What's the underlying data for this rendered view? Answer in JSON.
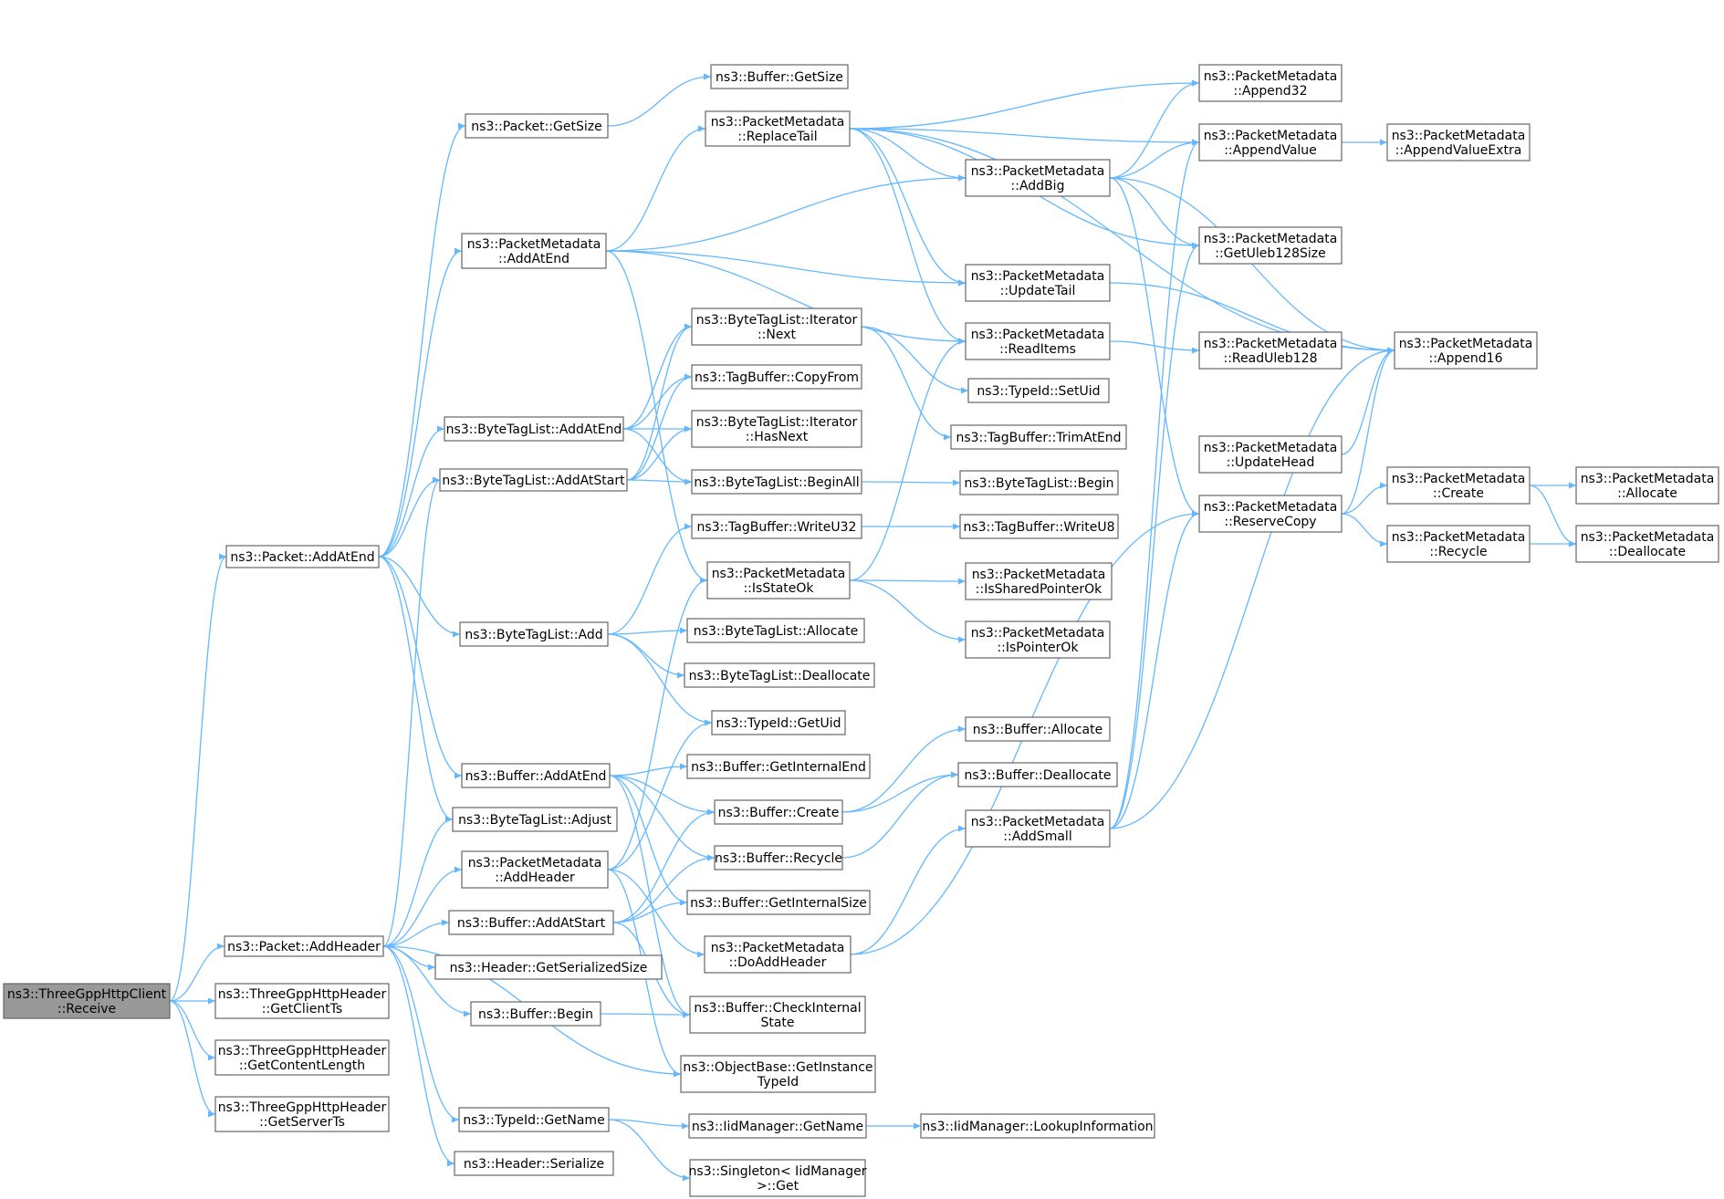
{
  "colors": {
    "edge": "#63b8ff",
    "node_fill": "#ffffff",
    "node_border": "#666666",
    "root_fill": "#999999"
  },
  "nodes": [
    {
      "id": "root",
      "lines": [
        "ns3::ThreeGppHttpClient",
        "::Receive"
      ],
      "root": true
    },
    {
      "id": "pkt_addheader",
      "lines": [
        "ns3::Packet::AddHeader"
      ]
    },
    {
      "id": "hdr_clientts",
      "lines": [
        "ns3::ThreeGppHttpHeader",
        "::GetClientTs"
      ]
    },
    {
      "id": "hdr_contentlen",
      "lines": [
        "ns3::ThreeGppHttpHeader",
        "::GetContentLength"
      ]
    },
    {
      "id": "hdr_serverts",
      "lines": [
        "ns3::ThreeGppHttpHeader",
        "::GetServerTs"
      ]
    },
    {
      "id": "pkt_addatend",
      "lines": [
        "ns3::Packet::AddAtEnd"
      ]
    },
    {
      "id": "pkt_getsize",
      "lines": [
        "ns3::Packet::GetSize"
      ]
    },
    {
      "id": "pm_addatend",
      "lines": [
        "ns3::PacketMetadata",
        "::AddAtEnd"
      ]
    },
    {
      "id": "btl_addatend",
      "lines": [
        "ns3::ByteTagList::AddAtEnd"
      ]
    },
    {
      "id": "btl_addatstart",
      "lines": [
        "ns3::ByteTagList::AddAtStart"
      ]
    },
    {
      "id": "btl_add",
      "lines": [
        "ns3::ByteTagList::Add"
      ]
    },
    {
      "id": "buf_addatend",
      "lines": [
        "ns3::Buffer::AddAtEnd"
      ]
    },
    {
      "id": "btl_adjust",
      "lines": [
        "ns3::ByteTagList::Adjust"
      ]
    },
    {
      "id": "pm_addheader",
      "lines": [
        "ns3::PacketMetadata",
        "::AddHeader"
      ]
    },
    {
      "id": "buf_addatstart",
      "lines": [
        "ns3::Buffer::AddAtStart"
      ]
    },
    {
      "id": "hdr_getsersize",
      "lines": [
        "ns3::Header::GetSerializedSize"
      ]
    },
    {
      "id": "buf_begin",
      "lines": [
        "ns3::Buffer::Begin"
      ]
    },
    {
      "id": "typeid_getname",
      "lines": [
        "ns3::TypeId::GetName"
      ]
    },
    {
      "id": "hdr_serialize",
      "lines": [
        "ns3::Header::Serialize"
      ]
    },
    {
      "id": "buf_getsize",
      "lines": [
        "ns3::Buffer::GetSize"
      ]
    },
    {
      "id": "pm_replacetail",
      "lines": [
        "ns3::PacketMetadata",
        "::ReplaceTail"
      ]
    },
    {
      "id": "btl_it_next",
      "lines": [
        "ns3::ByteTagList::Iterator",
        "::Next"
      ]
    },
    {
      "id": "tb_copyfrom",
      "lines": [
        "ns3::TagBuffer::CopyFrom"
      ]
    },
    {
      "id": "btl_it_hasnext",
      "lines": [
        "ns3::ByteTagList::Iterator",
        "::HasNext"
      ]
    },
    {
      "id": "btl_beginall",
      "lines": [
        "ns3::ByteTagList::BeginAll"
      ]
    },
    {
      "id": "tb_writeu32",
      "lines": [
        "ns3::TagBuffer::WriteU32"
      ]
    },
    {
      "id": "pm_isstateok",
      "lines": [
        "ns3::PacketMetadata",
        "::IsStateOk"
      ]
    },
    {
      "id": "btl_allocate",
      "lines": [
        "ns3::ByteTagList::Allocate"
      ]
    },
    {
      "id": "btl_deallocate",
      "lines": [
        "ns3::ByteTagList::Deallocate"
      ]
    },
    {
      "id": "typeid_getuid",
      "lines": [
        "ns3::TypeId::GetUid"
      ]
    },
    {
      "id": "buf_getinternalend",
      "lines": [
        "ns3::Buffer::GetInternalEnd"
      ]
    },
    {
      "id": "buf_create",
      "lines": [
        "ns3::Buffer::Create"
      ]
    },
    {
      "id": "buf_recycle",
      "lines": [
        "ns3::Buffer::Recycle"
      ]
    },
    {
      "id": "buf_getinternalsize",
      "lines": [
        "ns3::Buffer::GetInternalSize"
      ]
    },
    {
      "id": "pm_doaddheader",
      "lines": [
        "ns3::PacketMetadata",
        "::DoAddHeader"
      ]
    },
    {
      "id": "buf_checkinternal",
      "lines": [
        "ns3::Buffer::CheckInternal",
        "State"
      ]
    },
    {
      "id": "ob_getinstance",
      "lines": [
        "ns3::ObjectBase::GetInstance",
        "TypeId"
      ]
    },
    {
      "id": "iid_getname",
      "lines": [
        "ns3::IidManager::GetName"
      ]
    },
    {
      "id": "singleton_get",
      "lines": [
        "ns3::Singleton< IidManager",
        ">::Get"
      ]
    },
    {
      "id": "pm_addbig",
      "lines": [
        "ns3::PacketMetadata",
        "::AddBig"
      ]
    },
    {
      "id": "pm_updatetail",
      "lines": [
        "ns3::PacketMetadata",
        "::UpdateTail"
      ]
    },
    {
      "id": "pm_readitems",
      "lines": [
        "ns3::PacketMetadata",
        "::ReadItems"
      ]
    },
    {
      "id": "typeid_setuid",
      "lines": [
        "ns3::TypeId::SetUid"
      ]
    },
    {
      "id": "tb_trimatend",
      "lines": [
        "ns3::TagBuffer::TrimAtEnd"
      ]
    },
    {
      "id": "btl_begin",
      "lines": [
        "ns3::ByteTagList::Begin"
      ]
    },
    {
      "id": "tb_writeu8",
      "lines": [
        "ns3::TagBuffer::WriteU8"
      ]
    },
    {
      "id": "pm_issharedptrok",
      "lines": [
        "ns3::PacketMetadata",
        "::IsSharedPointerOk"
      ]
    },
    {
      "id": "pm_isptrok",
      "lines": [
        "ns3::PacketMetadata",
        "::IsPointerOk"
      ]
    },
    {
      "id": "buf_allocate",
      "lines": [
        "ns3::Buffer::Allocate"
      ]
    },
    {
      "id": "buf_deallocate",
      "lines": [
        "ns3::Buffer::Deallocate"
      ]
    },
    {
      "id": "pm_addsmall",
      "lines": [
        "ns3::PacketMetadata",
        "::AddSmall"
      ]
    },
    {
      "id": "iid_lookupinfo",
      "lines": [
        "ns3::IidManager::LookupInformation"
      ]
    },
    {
      "id": "pm_append32",
      "lines": [
        "ns3::PacketMetadata",
        "::Append32"
      ]
    },
    {
      "id": "pm_appendvalue",
      "lines": [
        "ns3::PacketMetadata",
        "::AppendValue"
      ]
    },
    {
      "id": "pm_getuleb128size",
      "lines": [
        "ns3::PacketMetadata",
        "::GetUleb128Size"
      ]
    },
    {
      "id": "pm_readuleb128",
      "lines": [
        "ns3::PacketMetadata",
        "::ReadUleb128"
      ]
    },
    {
      "id": "pm_updatehead",
      "lines": [
        "ns3::PacketMetadata",
        "::UpdateHead"
      ]
    },
    {
      "id": "pm_reservecopy",
      "lines": [
        "ns3::PacketMetadata",
        "::ReserveCopy"
      ]
    },
    {
      "id": "pm_appendvalueextra",
      "lines": [
        "ns3::PacketMetadata",
        "::AppendValueExtra"
      ]
    },
    {
      "id": "pm_append16",
      "lines": [
        "ns3::PacketMetadata",
        "::Append16"
      ]
    },
    {
      "id": "pm_create",
      "lines": [
        "ns3::PacketMetadata",
        "::Create"
      ]
    },
    {
      "id": "pm_recycle",
      "lines": [
        "ns3::PacketMetadata",
        "::Recycle"
      ]
    },
    {
      "id": "pm_allocate",
      "lines": [
        "ns3::PacketMetadata",
        "::Allocate"
      ]
    },
    {
      "id": "pm_deallocate",
      "lines": [
        "ns3::PacketMetadata",
        "::Deallocate"
      ]
    }
  ],
  "edges": [
    [
      "root",
      "pkt_addheader"
    ],
    [
      "root",
      "hdr_clientts"
    ],
    [
      "root",
      "hdr_contentlen"
    ],
    [
      "root",
      "hdr_serverts"
    ],
    [
      "root",
      "pkt_addatend"
    ],
    [
      "pkt_addheader",
      "btl_addatstart"
    ],
    [
      "pkt_addheader",
      "btl_adjust"
    ],
    [
      "pkt_addheader",
      "pm_addheader"
    ],
    [
      "pkt_addheader",
      "buf_addatstart"
    ],
    [
      "pkt_addheader",
      "hdr_getsersize"
    ],
    [
      "pkt_addheader",
      "buf_begin"
    ],
    [
      "pkt_addheader",
      "ob_getinstance"
    ],
    [
      "pkt_addheader",
      "typeid_getname"
    ],
    [
      "pkt_addheader",
      "hdr_serialize"
    ],
    [
      "pkt_addatend",
      "pkt_getsize"
    ],
    [
      "pkt_addatend",
      "pm_addatend"
    ],
    [
      "pkt_addatend",
      "btl_addatend"
    ],
    [
      "pkt_addatend",
      "btl_addatstart"
    ],
    [
      "pkt_addatend",
      "btl_add"
    ],
    [
      "pkt_addatend",
      "buf_addatend"
    ],
    [
      "pkt_addatend",
      "btl_adjust"
    ],
    [
      "pkt_getsize",
      "buf_getsize"
    ],
    [
      "pm_addatend",
      "pm_replacetail"
    ],
    [
      "pm_addatend",
      "pm_addbig"
    ],
    [
      "pm_addatend",
      "pm_updatetail"
    ],
    [
      "pm_addatend",
      "pm_readitems"
    ],
    [
      "pm_addatend",
      "pm_isstateok"
    ],
    [
      "btl_addatend",
      "btl_it_next"
    ],
    [
      "btl_addatend",
      "tb_copyfrom"
    ],
    [
      "btl_addatend",
      "btl_it_hasnext"
    ],
    [
      "btl_addatend",
      "btl_beginall"
    ],
    [
      "btl_addatstart",
      "btl_it_next"
    ],
    [
      "btl_addatstart",
      "tb_copyfrom"
    ],
    [
      "btl_addatstart",
      "btl_it_hasnext"
    ],
    [
      "btl_addatstart",
      "btl_beginall"
    ],
    [
      "btl_add",
      "tb_writeu32"
    ],
    [
      "btl_add",
      "btl_allocate"
    ],
    [
      "btl_add",
      "btl_deallocate"
    ],
    [
      "btl_add",
      "typeid_getuid"
    ],
    [
      "buf_addatend",
      "buf_getinternalend"
    ],
    [
      "buf_addatend",
      "buf_create"
    ],
    [
      "buf_addatend",
      "buf_recycle"
    ],
    [
      "buf_addatend",
      "buf_getinternalsize"
    ],
    [
      "buf_addatend",
      "buf_checkinternal"
    ],
    [
      "pm_addheader",
      "pm_isstateok"
    ],
    [
      "pm_addheader",
      "typeid_getuid"
    ],
    [
      "pm_addheader",
      "pm_doaddheader"
    ],
    [
      "pm_addheader",
      "ob_getinstance"
    ],
    [
      "buf_addatstart",
      "buf_create"
    ],
    [
      "buf_addatstart",
      "buf_recycle"
    ],
    [
      "buf_addatstart",
      "buf_getinternalsize"
    ],
    [
      "buf_addatstart",
      "buf_checkinternal"
    ],
    [
      "buf_begin",
      "buf_checkinternal"
    ],
    [
      "typeid_getname",
      "iid_getname"
    ],
    [
      "typeid_getname",
      "singleton_get"
    ],
    [
      "iid_getname",
      "iid_lookupinfo"
    ],
    [
      "pm_replacetail",
      "pm_append32"
    ],
    [
      "pm_replacetail",
      "pm_appendvalue"
    ],
    [
      "pm_replacetail",
      "pm_addbig"
    ],
    [
      "pm_replacetail",
      "pm_getuleb128size"
    ],
    [
      "pm_replacetail",
      "pm_updatetail"
    ],
    [
      "pm_replacetail",
      "pm_readitems"
    ],
    [
      "pm_replacetail",
      "pm_append16"
    ],
    [
      "btl_it_next",
      "typeid_setuid"
    ],
    [
      "btl_it_next",
      "tb_trimatend"
    ],
    [
      "btl_beginall",
      "btl_begin"
    ],
    [
      "tb_writeu32",
      "tb_writeu8"
    ],
    [
      "pm_isstateok",
      "pm_issharedptrok"
    ],
    [
      "pm_isstateok",
      "pm_isptrok"
    ],
    [
      "pm_isstateok",
      "pm_readitems"
    ],
    [
      "buf_create",
      "buf_allocate"
    ],
    [
      "buf_create",
      "buf_deallocate"
    ],
    [
      "buf_recycle",
      "buf_deallocate"
    ],
    [
      "pm_doaddheader",
      "pm_addsmall"
    ],
    [
      "pm_doaddheader",
      "pm_reservecopy"
    ],
    [
      "pm_addbig",
      "pm_append32"
    ],
    [
      "pm_addbig",
      "pm_appendvalue"
    ],
    [
      "pm_addbig",
      "pm_getuleb128size"
    ],
    [
      "pm_addbig",
      "pm_append16"
    ],
    [
      "pm_addbig",
      "pm_reservecopy"
    ],
    [
      "pm_updatetail",
      "pm_append16"
    ],
    [
      "pm_readitems",
      "pm_readuleb128"
    ],
    [
      "pm_addsmall",
      "pm_appendvalue"
    ],
    [
      "pm_addsmall",
      "pm_getuleb128size"
    ],
    [
      "pm_addsmall",
      "pm_append16"
    ],
    [
      "pm_addsmall",
      "pm_reservecopy"
    ],
    [
      "pm_appendvalue",
      "pm_appendvalueextra"
    ],
    [
      "pm_updatehead",
      "pm_append16"
    ],
    [
      "pm_reservecopy",
      "pm_append16"
    ],
    [
      "pm_reservecopy",
      "pm_create"
    ],
    [
      "pm_reservecopy",
      "pm_recycle"
    ],
    [
      "pm_create",
      "pm_allocate"
    ],
    [
      "pm_create",
      "pm_deallocate"
    ],
    [
      "pm_recycle",
      "pm_deallocate"
    ]
  ]
}
